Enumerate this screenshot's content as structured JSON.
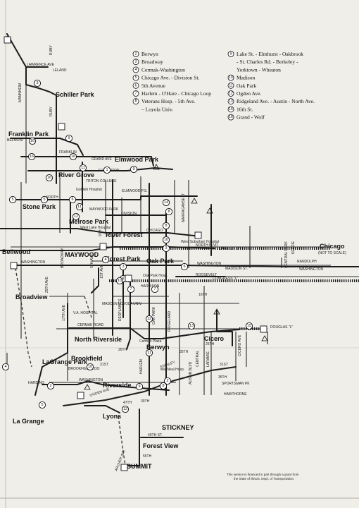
{
  "legend_left": [
    {
      "num": "2",
      "text": "Berwyn"
    },
    {
      "num": "3",
      "text": "Broadway"
    },
    {
      "num": "4",
      "text": "Cermak-Washington"
    },
    {
      "num": "5",
      "text": "Chicago Ave. - Division St."
    },
    {
      "num": "6",
      "text": "5th Avenue"
    },
    {
      "num": "7",
      "text": "Harlem - O'Hare - Chicago Loop"
    },
    {
      "num": "8",
      "text": "Veterans Hosp. - 5th Ave."
    },
    {
      "num": "",
      "text": "– Loyola Univ."
    }
  ],
  "legend_right": [
    {
      "num": "9",
      "text": "Lake St. - Elmhurst - Oakbrook"
    },
    {
      "num": "",
      "text": "- St. Charles Rd. - Berkeley -"
    },
    {
      "num": "",
      "text": "Yorktown - Wheaton"
    },
    {
      "num": "10",
      "text": "Madison"
    },
    {
      "num": "11",
      "text": "Oak Park"
    },
    {
      "num": "12",
      "text": "Ogden Ave."
    },
    {
      "num": "13",
      "text": "Ridgeland Ave. - Austin - North Ave."
    },
    {
      "num": "15",
      "text": "16th St."
    },
    {
      "num": "16",
      "text": "Grand - Wolf"
    }
  ],
  "towns": {
    "schiller_park": "Schiller Park",
    "franklin_park": "Franklin Park",
    "river_grove": "River Grove",
    "elmwood_park": "Elmwood Park",
    "stone_park": "Stone Park",
    "melrose_park": "Melrose Park",
    "river_forest": "River Forest",
    "bellwood": "Bellwood",
    "maywood": "MAYWOOD",
    "forest_park": "Forest Park",
    "oak_park": "Oak Park",
    "chicago": "Chicago",
    "broadview": "Broadview",
    "north_riverside": "North Riverside",
    "berwyn": "Berwyn",
    "cicero": "Cicero",
    "brookfield": "Brookfield",
    "lagrange_park": "LaGrange Park",
    "riverside": "Riverside",
    "la_grange": "La Grange",
    "lyons": "Lyons",
    "stickney": "STICKNEY",
    "forest_view": "Forest View",
    "summit": "SUMMIT"
  },
  "streets": {
    "lawrence": "LAWRENCE AVE",
    "leland": "LELAND",
    "mannheim": "MANNHEIM",
    "ruby": "RUBY",
    "belmont": "BELMONT",
    "franklin": "FRANKLIN",
    "grand": "GRAND AVE",
    "fullerton": "FULLERTON",
    "north": "NORTH",
    "division": "DIVISION",
    "chicago_ave": "CHICAGO",
    "north_blvd": "NORTH BLVD",
    "lake_st": "LAKE ST. \"L\"",
    "washington": "WASHINGTON",
    "madison": "MADISON ST.",
    "congress": "CONGRESS \"L\"",
    "roosevelt": "ROOSEVELT",
    "cermak": "CERMAK ROAD",
    "douglas": "DOUGLAS \"L\"",
    "randolph": "RANDOLPH",
    "harrison": "HARRISON",
    "sixteenth": "16TH",
    "twenty_fifth": "25TH",
    "twenty_sixth": "26TH",
    "thirty_first": "31ST",
    "thirty_fifth": "35TH",
    "thirty_ninth": "39TH",
    "forty_seventh": "47TH",
    "fortieth": "40TH ST.",
    "fifty_fifth": "55TH",
    "harding": "HARDING",
    "joliet": "JOLIET",
    "ogden": "OGDEN AVE.",
    "stanley": "STANLEY",
    "harlem": "HARLEM",
    "austin": "AUSTIN BLVD",
    "central": "CENTRAL",
    "laramie": "LARAMIE",
    "cicero_ave": "CICERO AVE",
    "ridgeland": "RIDGELAND",
    "oak_park_ave": "OAK PARK",
    "desplaines": "DESPLAINES",
    "first_ave": "1ST AVE",
    "fifth_ave": "5TH AVE",
    "ninth_ave": "9TH",
    "twenty_fifth_ave": "25TH AVE",
    "seventeenth_ave": "17TH AVE",
    "broadway": "BROADWAY",
    "central_park": "CENTRAL PARK",
    "kedzie": "KEDZIE",
    "sportsman": "SPORTSMAN PK",
    "hawthorne": "HAWTHORNE",
    "washington_bottom": "WASHINGTON",
    "archer": "ARCHER AVE",
    "narragansett": "NARRAGANSETT"
  },
  "places": {
    "triton": "TRITON COLLEGE",
    "gottlieb": "Gottlieb Hospital",
    "westlake": "West Lake Hospital",
    "melrose_pl": "Melrose Park Pl.",
    "maywood_park": "MAYWOOD PARK",
    "va_hosp": "V.A. HOSPITAL",
    "loyola": "MADDEN LOYOLA UNIV.",
    "west_suburban": "West Suburban Hospital",
    "oak_park_hosp": "Oak Park Hosp.",
    "brookfield_zoo": "BROOKFIELD ZOO",
    "macneal": "MacNeal Hosp.",
    "cermak_plaza": "Cermak Plaza",
    "elmwood_sc": "ELMWOOD P.S.",
    "not_to_scale": "(NOT TO SCALE)"
  },
  "footnote": [
    "This service is financed in part through a grant from",
    "the State of Illinois, Dept. of Transportation."
  ],
  "route_badges": [
    "7",
    "3",
    "16",
    "16",
    "9",
    "16",
    "16",
    "11",
    "1",
    "9",
    "5",
    "5",
    "6",
    "11",
    "12",
    "14",
    "8",
    "8",
    "10",
    "4",
    "9",
    "7",
    "10",
    "3",
    "6",
    "11",
    "2",
    "12",
    "13",
    "15",
    "4",
    "2",
    "10",
    "5",
    "12",
    "9",
    "8",
    "7",
    "3"
  ]
}
